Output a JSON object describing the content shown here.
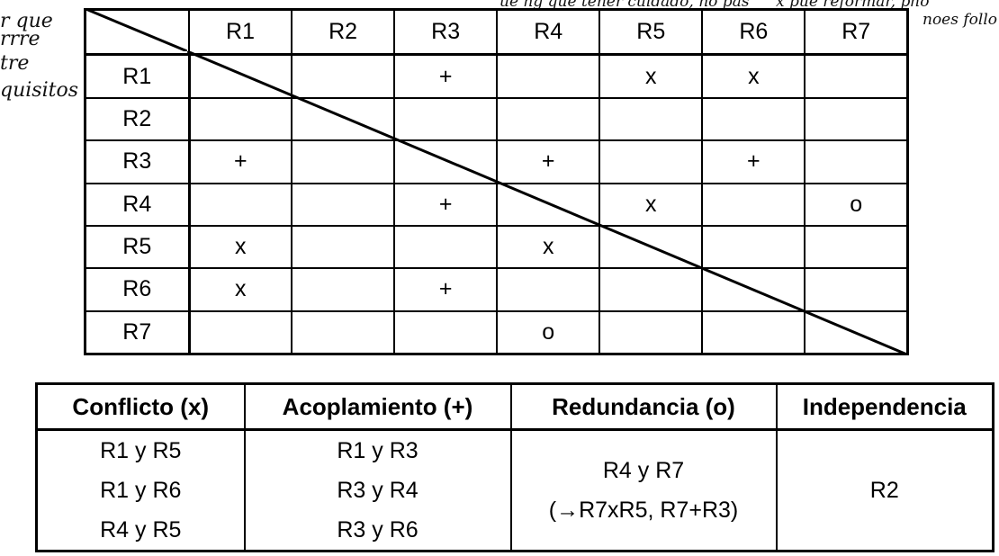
{
  "matrix": {
    "headers": [
      "R1",
      "R2",
      "R3",
      "R4",
      "R5",
      "R6",
      "R7"
    ],
    "rows": [
      {
        "label": "R1",
        "cells": [
          "",
          "",
          "+",
          "",
          "x",
          "x",
          ""
        ]
      },
      {
        "label": "R2",
        "cells": [
          "",
          "",
          "",
          "",
          "",
          "",
          ""
        ]
      },
      {
        "label": "R3",
        "cells": [
          "+",
          "",
          "",
          "+",
          "",
          "+",
          ""
        ]
      },
      {
        "label": "R4",
        "cells": [
          "",
          "",
          "+",
          "",
          "x",
          "",
          "o"
        ]
      },
      {
        "label": "R5",
        "cells": [
          "x",
          "",
          "",
          "x",
          "",
          "",
          ""
        ]
      },
      {
        "label": "R6",
        "cells": [
          "x",
          "",
          "+",
          "",
          "",
          "",
          ""
        ]
      },
      {
        "label": "R7",
        "cells": [
          "",
          "",
          "",
          "o",
          "",
          "",
          ""
        ]
      }
    ]
  },
  "summary": {
    "headers": [
      "Conflicto (x)",
      "Acoplamiento (+)",
      "Redundancia (o)",
      "Independencia"
    ],
    "conflicto": [
      "R1 y R5",
      "R1 y R6",
      "R4 y R5"
    ],
    "acoplamiento": [
      "R1 y R3",
      "R3 y R4",
      "R3 y R6"
    ],
    "redundancia": [
      "R4 y R7",
      "(→R7xR5, R7+R3)"
    ],
    "independencia": "R2"
  },
  "handwriting": {
    "left": [
      "r que",
      "rrre",
      "tre",
      "quisitos"
    ],
    "top_middle": "ue ng que tener cuidado, no pas",
    "top_right": "x pue   reformar, pho",
    "right": "noes follo"
  }
}
